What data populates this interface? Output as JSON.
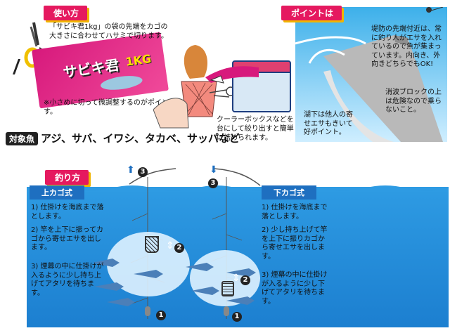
{
  "usage": {
    "tag": "使い方",
    "instruction": "「サビキ君1kg」の袋の先端をカゴの大きさに合わせてハサミで切ります。",
    "note": "※小さめに切って微調整するのがポイントです。",
    "cooler_note": "クーラーボックスなどを台にして絞り出すと簡単に詰められます。",
    "package_brand": "サビキ君",
    "package_weight": "1KG",
    "target_label": "対象魚",
    "target_fish": "アジ、サバ、イワシ、タカベ、サッパなど"
  },
  "point": {
    "tag": "ポイントは",
    "text1": "堤防の先端付近は、常に釣り人がエサを入れているので魚が集まっています。内向き、外向きどちらでもOK!",
    "text2": "消波ブロックの上は危険なので乗らないこと。",
    "text3": "湖下は他人の寄せエサもきいて好ポイント。"
  },
  "fishing": {
    "tag": "釣り方",
    "upper": {
      "label": "上カゴ式",
      "step1": "1) 仕掛けを海底まで落とします。",
      "step2": "2) 竿を上下に振ってカゴから寄せエサを出します。",
      "step3": "3) 煙幕の中に仕掛けが入るように少し持ち上げてアタリを待ちます。"
    },
    "lower": {
      "label": "下カゴ式",
      "step1": "1) 仕掛けを海底まで落とします。",
      "step2": "2) 少し持ち上げて竿を上下に振りカゴから寄せエサを出します。",
      "step3": "3) 煙幕の中に仕掛けが入るように少し下げてアタリを待ちます。"
    },
    "markers": {
      "one": "1",
      "two": "2",
      "three": "3"
    }
  },
  "colors": {
    "tag": "#e5195f",
    "sea": "#2e9be3",
    "label": "#1e6fc0"
  }
}
